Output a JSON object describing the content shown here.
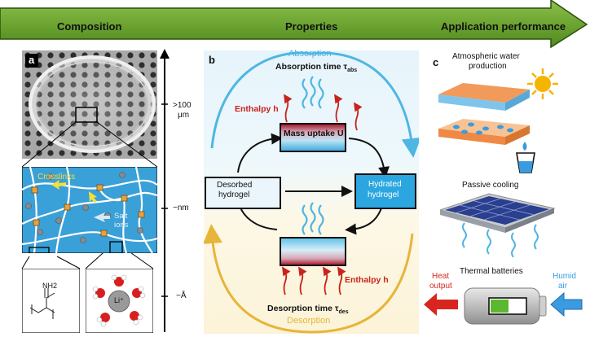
{
  "banner": {
    "composition": "Composition",
    "properties": "Properties",
    "application": "Application performance",
    "colors": {
      "arrow": "#6aa12d",
      "arrow_dark": "#3f6f14"
    }
  },
  "panel_a": {
    "label": "a",
    "crosslinks": "Crosslinks",
    "salt_ions_1": "Salt",
    "salt_ions_2": "ions",
    "nh2": "NH2",
    "o": "O",
    "li": "Li⁺",
    "colors": {
      "network_bg": "#3aa0d8",
      "crosslink": "#e8a23c",
      "ion": "#8a8a8a"
    }
  },
  "scale": {
    "top": ">100",
    "top_unit": "μm",
    "mid": "~nm",
    "bottom": "~Å"
  },
  "panel_b": {
    "label": "b",
    "absorption": "Absorption",
    "desorption": "Desorption",
    "absorption_time": "Absorption time τ",
    "absorption_sub": "abs",
    "desorption_time": "Desorption time τ",
    "desorption_sub": "des",
    "enthalpy_top": "Enthalpy h",
    "enthalpy_bottom": "Enthalpy h",
    "mass_uptake": "Mass uptake U",
    "desorbed_1": "Desorbed",
    "desorbed_2": "hydrogel",
    "hydrated_1": "Hydrated",
    "hydrated_2": "hydrogel",
    "colors": {
      "absorption": "#4fb6e3",
      "desorption": "#e6b53a",
      "enthalpy": "#c8231c",
      "hydrated": "#2ba6e0"
    }
  },
  "panel_c": {
    "label": "c",
    "awp_1": "Atmospheric water",
    "awp_2": "production",
    "cooling": "Passive cooling",
    "batteries": "Thermal batteries",
    "heat_1": "Heat",
    "heat_2": "output",
    "humid_1": "Humid",
    "humid_2": "air",
    "colors": {
      "heat": "#d8261f",
      "humid": "#3a9be0",
      "sun": "#f5b400"
    }
  }
}
